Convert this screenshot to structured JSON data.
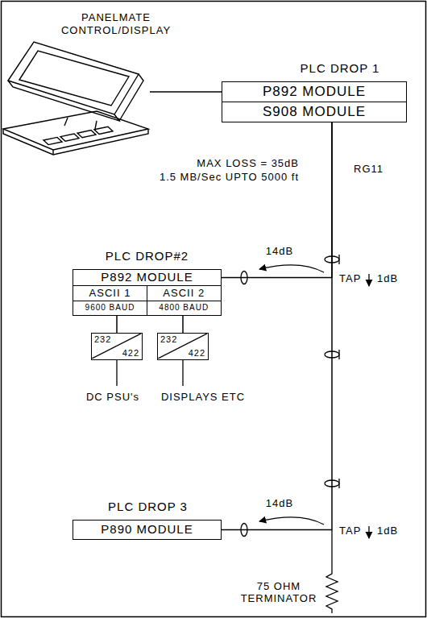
{
  "diagram": {
    "nodes": [
      {
        "text": [
          "PANELMATE CONTROL/DISPLAY"
        ]
      },
      {
        "text": [
          "PLC DROP 1"
        ]
      },
      {
        "text": [
          "P892 MODULE"
        ],
        "in": 1
      },
      {
        "text": [
          "S908 MODULE"
        ],
        "in": 1
      },
      {
        "text": [
          "PLC DROP#2"
        ]
      },
      {
        "text": [
          "P892 MODULE"
        ],
        "in": 4
      },
      {
        "text": [
          "ASCII 1",
          "9600 BAUD"
        ],
        "in": 4
      },
      {
        "text": [
          "ASCII 2",
          "4800 BAUD"
        ],
        "in": 4
      },
      {
        "text": [
          "232",
          "422"
        ]
      },
      {
        "text": [
          "232",
          "422"
        ]
      },
      {
        "text": [
          "PLC DROP 3",
          "P890 MODULE"
        ]
      }
    ],
    "edges": [
      {
        "from": 0,
        "to": 2,
        "arrow": "none"
      },
      {
        "from": 3,
        "to": 5,
        "arrow": "none"
      },
      {
        "from": 3,
        "to": 10,
        "arrow": "none"
      },
      {
        "from": 6,
        "to": 8,
        "arrow": "none"
      },
      {
        "from": 7,
        "to": 9,
        "arrow": "none"
      }
    ],
    "labels": [
      "MAX LOSS = 35dB",
      "1.5 MB/Sec UPTO 5000 ft",
      "RG11",
      "14dB",
      "TAP",
      "1dB",
      "DC PSU's",
      "DISPLAYS ETC",
      "14dB",
      "TAP",
      "1dB",
      "75 OHM TERMINATOR"
    ]
  }
}
